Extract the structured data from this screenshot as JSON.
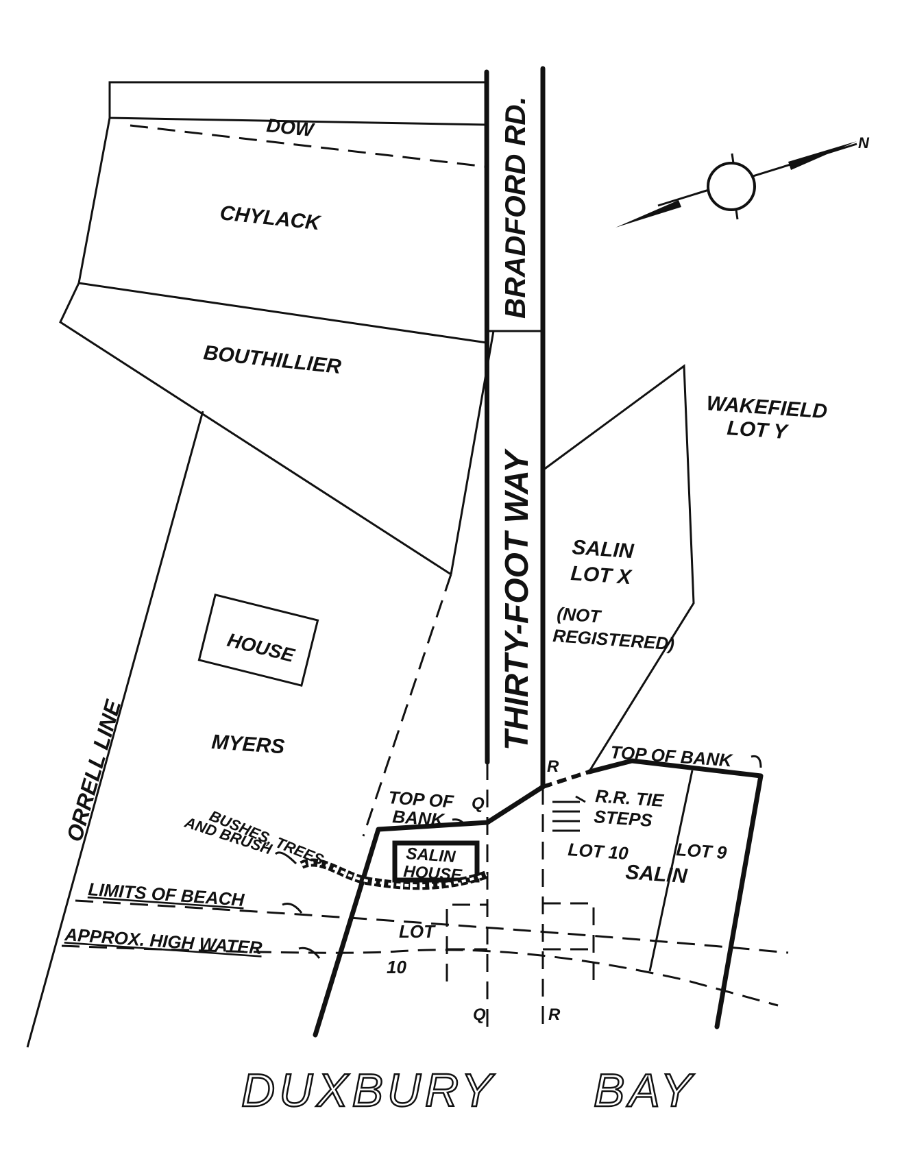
{
  "labels": {
    "dow": "DOW",
    "bradford_rd": "BRADFORD RD.",
    "chylack": "CHYLACK",
    "bouthillier": "BOUTHILLIER",
    "wakefield": "WAKEFIELD",
    "lot_y": "LOT Y",
    "thirty_foot_way": "THIRTY-FOOT WAY",
    "salin_lot_x_1": "SALIN",
    "salin_lot_x_2": "LOT X",
    "not_registered_1": "(NOT",
    "not_registered_2": "REGISTERED)",
    "house": "HOUSE",
    "myers": "MYERS",
    "orrell_line": "ORRELL LINE",
    "top_of_bank_right": "TOP OF BANK",
    "r_top": "R",
    "top_of_1": "TOP OF",
    "top_of_2": "BANK",
    "q_top": "Q",
    "rr_tie_1": "R.R. TIE",
    "rr_tie_2": "STEPS",
    "bushes_1": "BUSHES, TREES",
    "bushes_2": "AND BRUSH",
    "salin_house_1": "SALIN",
    "salin_house_2": "HOUSE",
    "lot_10_right": "LOT 10",
    "lot_9": "LOT 9",
    "salin_right": "SALIN",
    "limits_of_beach": "LIMITS OF BEACH",
    "approx_high_water": "APPROX. HIGH WATER",
    "lot_10_a": "LOT",
    "lot_10_b": "10",
    "q_bottom": "Q",
    "r_bottom": "R",
    "duxbury": "DUXBURY",
    "bay": "BAY",
    "north_arrow_letter": "N"
  }
}
